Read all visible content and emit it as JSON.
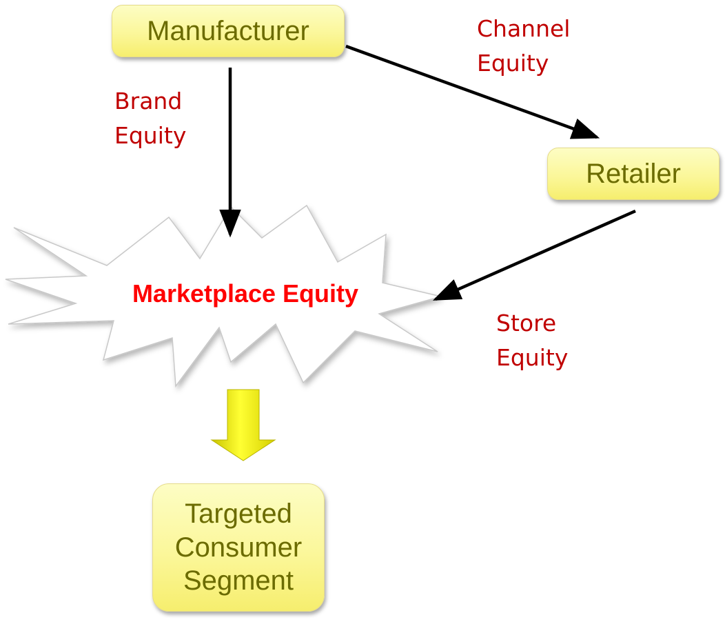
{
  "nodes": {
    "manufacturer": "Manufacturer",
    "retailer": "Retailer",
    "marketplace": "Marketplace Equity",
    "segment": [
      "Targeted",
      "Consumer",
      "Segment"
    ]
  },
  "edges": {
    "channel": [
      "Channel",
      "Equity"
    ],
    "brand": [
      "Brand",
      "Equity"
    ],
    "store": [
      "Store",
      "Equity"
    ]
  },
  "colors": {
    "box_fill": "#fbf79a",
    "box_text": "#6b6b00",
    "edge_label": "#c00000",
    "marketplace_text": "#ff0000",
    "arrow": "#000000",
    "down_arrow": "#f2f200"
  }
}
